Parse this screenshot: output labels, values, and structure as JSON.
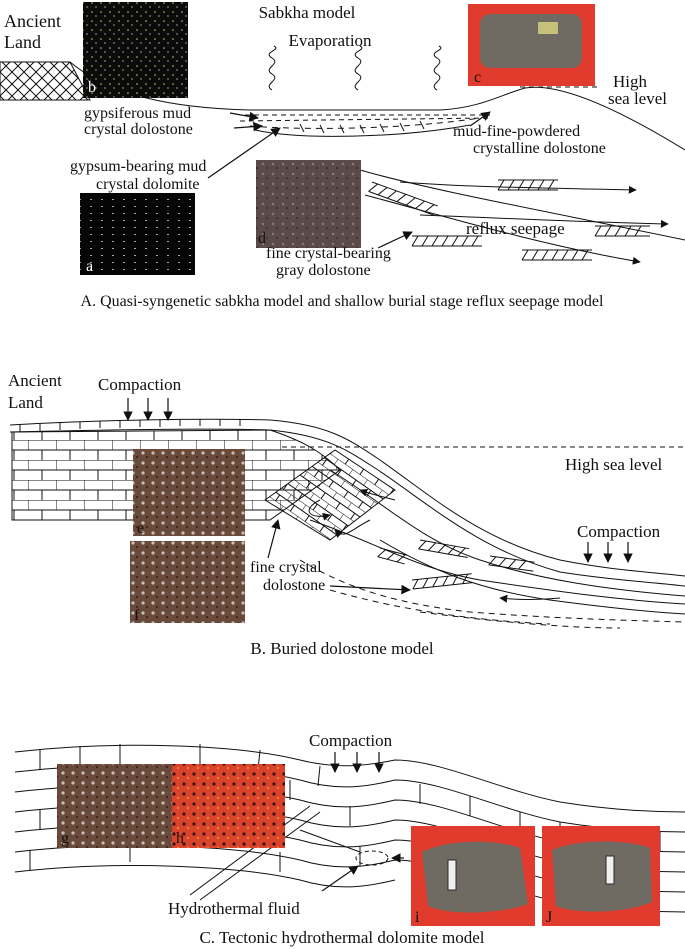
{
  "panelA": {
    "caption": "A. Quasi-syngenetic sabkha model and shallow burial stage reflux seepage model",
    "title": "Sabkha model",
    "evaporation": "Evaporation",
    "ancient_land": [
      "Ancient",
      "Land"
    ],
    "high_sea_level": [
      "High",
      "sea level"
    ],
    "gypsiferous": [
      "gypsiferous mud",
      "crystal dolostone"
    ],
    "gypsum_bearing": [
      "gypsum-bearing mud",
      "crystal dolomite"
    ],
    "mud_fine": [
      "mud-fine-powdered",
      "crystalline dolostone"
    ],
    "fine_crystal_bearing": [
      "fine crystal-bearing",
      "gray dolostone"
    ],
    "reflux": "reflux seepage",
    "photo_labels": [
      "a",
      "b",
      "c",
      "d"
    ]
  },
  "panelB": {
    "caption": "B.  Buried dolostone model",
    "ancient_land": [
      "Ancient",
      "Land"
    ],
    "compaction_left": "Compaction",
    "compaction_right": "Compaction",
    "high_sea_level": "High sea level",
    "fine_crystal": [
      "fine crystal",
      "dolostone"
    ],
    "photo_labels": [
      "e",
      "f"
    ]
  },
  "panelC": {
    "caption": "C. Tectonic hydrothermal dolomite model",
    "compaction": "Compaction",
    "hydrothermal": "Hydrothermal fluid",
    "photo_labels": [
      "g",
      "h",
      "i",
      "J"
    ]
  },
  "colors": {
    "line": "#111111",
    "thin_section_dark": "#0b0b0b",
    "thin_section_gray": "#5a4a4a",
    "core_background_red": "#e03b2c",
    "core_gray": "#6f6a62"
  }
}
